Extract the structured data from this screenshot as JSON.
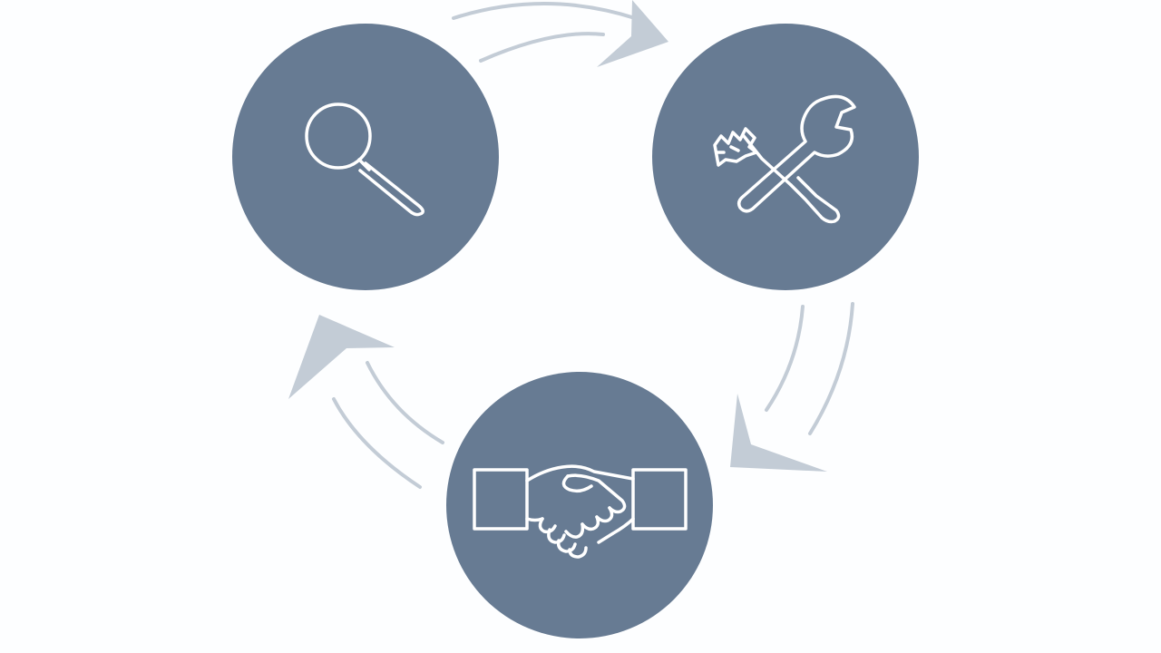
{
  "diagram": {
    "type": "cycle",
    "nodes": [
      {
        "id": "search",
        "icon": "magnifying-glass-icon"
      },
      {
        "id": "tools",
        "icon": "wrench-screwdriver-icon"
      },
      {
        "id": "agreement",
        "icon": "handshake-icon"
      }
    ],
    "flow": [
      {
        "from": "search",
        "to": "tools"
      },
      {
        "from": "tools",
        "to": "agreement"
      },
      {
        "from": "agreement",
        "to": "search"
      }
    ]
  },
  "colors": {
    "background": "#fdfeff",
    "node_fill": "#677b93",
    "icon_stroke": "#ffffff",
    "arrow": "#c3ccd6"
  }
}
